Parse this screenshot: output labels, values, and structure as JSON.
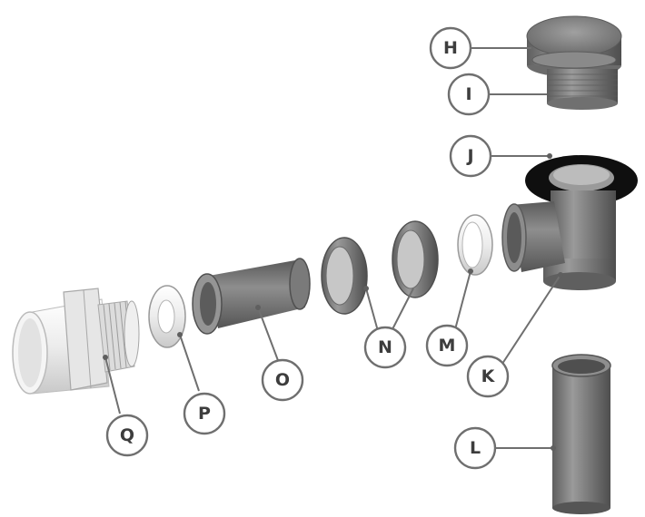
{
  "labels": {
    "H": "H",
    "I": "I",
    "J": "J",
    "K": "K",
    "L": "L",
    "M": "M",
    "N": "N",
    "O": "O",
    "P": "P",
    "Q": "Q"
  },
  "colors": {
    "part_gray": "#7a7a7a",
    "part_white": "#f2f2f2",
    "gasket_black": "#111111",
    "callout_stroke": "#6f6f6f",
    "label_text": "#3d3d3d"
  }
}
